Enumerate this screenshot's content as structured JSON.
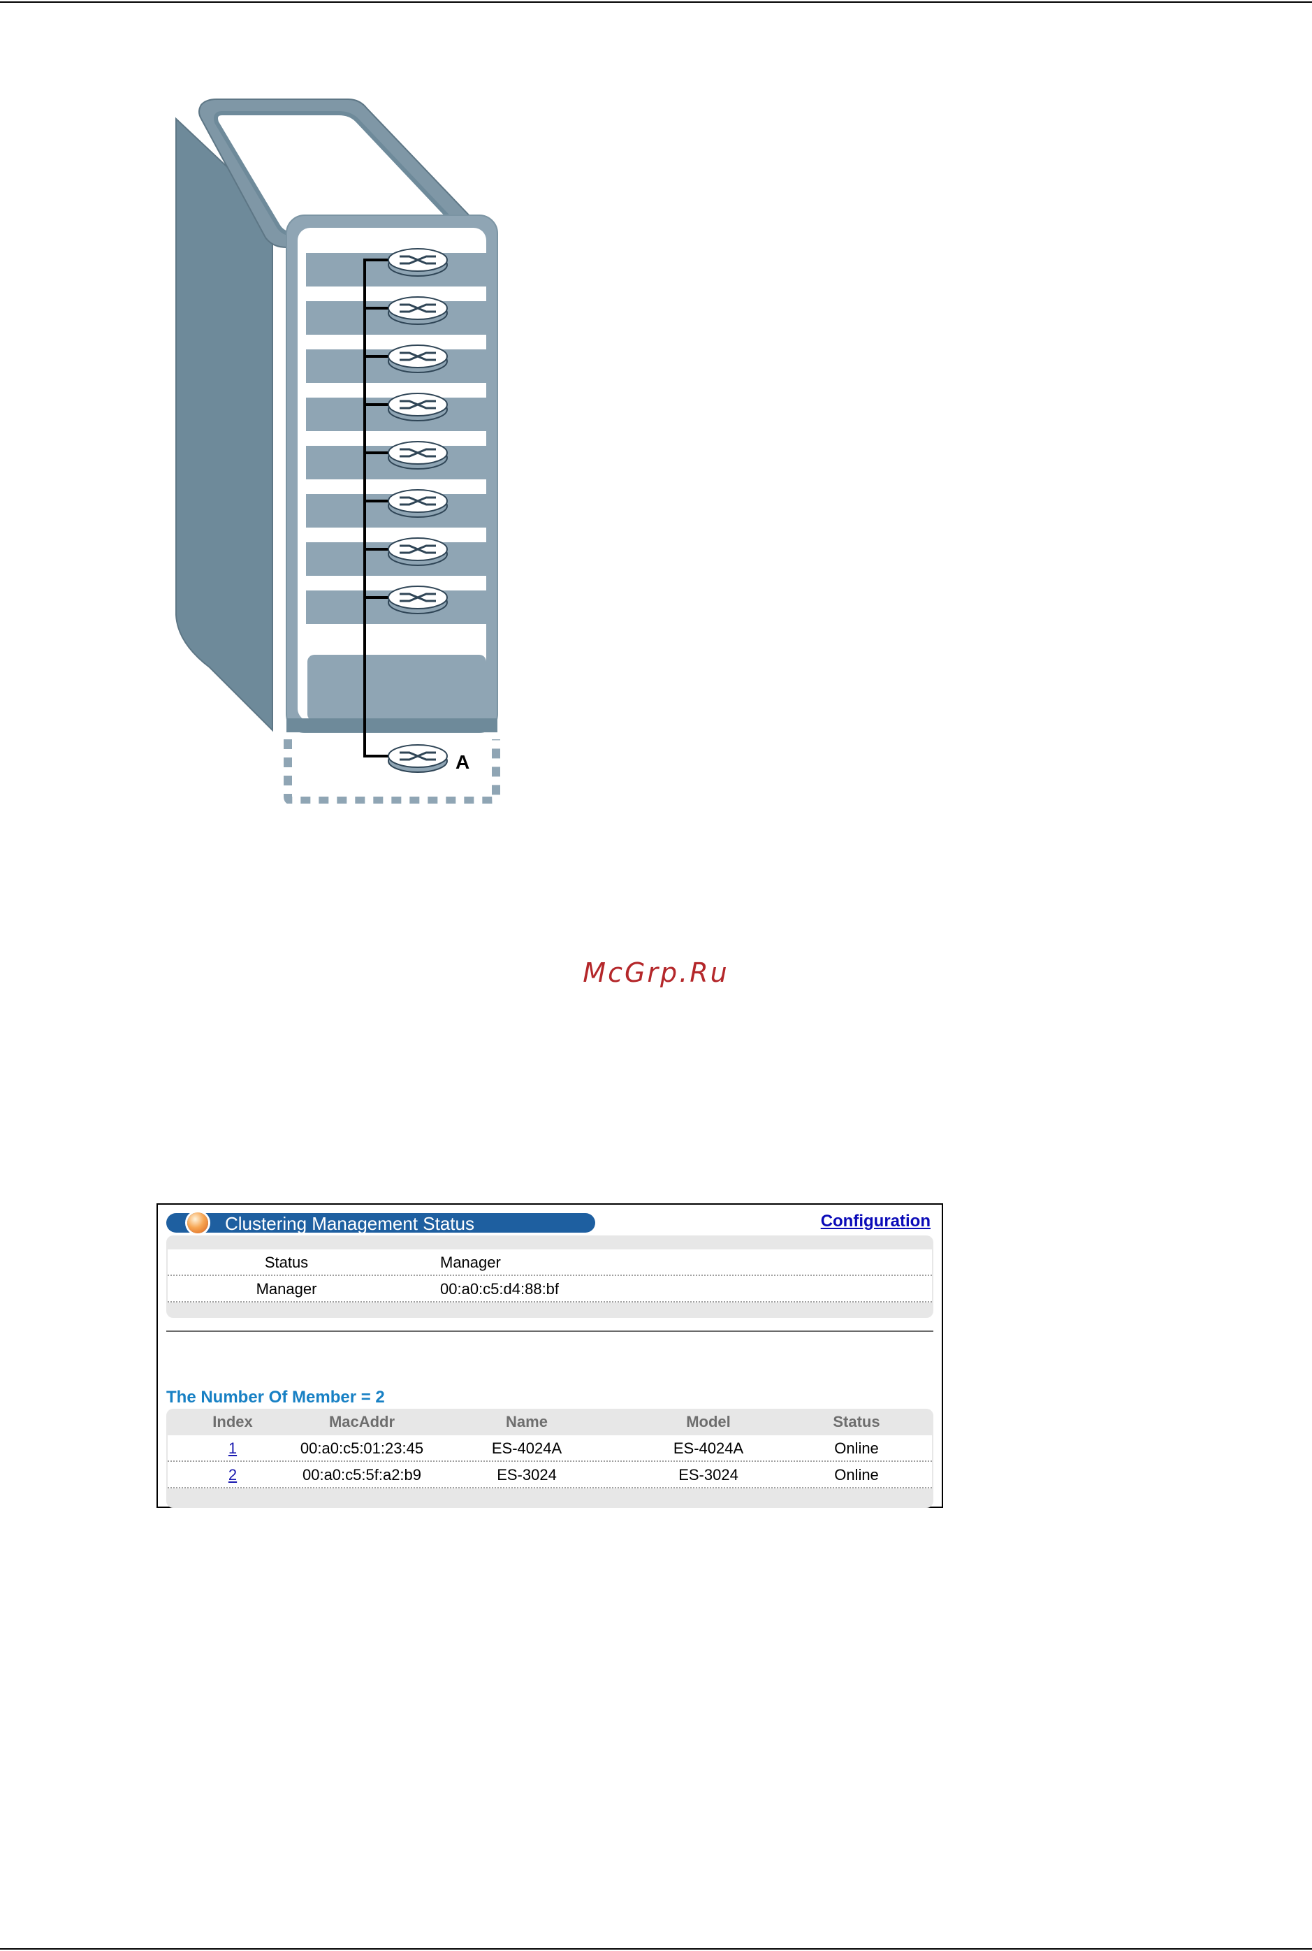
{
  "figure": {
    "stack_label": "A",
    "colors": {
      "slate": "#6e8a9a",
      "panel": "#8fa5b4",
      "outline": "#2f4556",
      "switch": "#ffffff"
    }
  },
  "watermark": "McGrp.Ru",
  "screen": {
    "title": "Clustering Management Status",
    "config_link": "Configuration",
    "status_rows": [
      {
        "label": "Status",
        "value": "Manager"
      },
      {
        "label": "Manager",
        "value": "00:a0:c5:d4:88:bf"
      }
    ],
    "member_count_label": "The Number Of Member = 2",
    "member_table": {
      "headers": [
        "Index",
        "MacAddr",
        "Name",
        "Model",
        "Status"
      ],
      "rows": [
        {
          "index": "1",
          "mac": "00:a0:c5:01:23:45",
          "name": "ES-4024A",
          "model": "ES-4024A",
          "status": "Online"
        },
        {
          "index": "2",
          "mac": "00:a0:c5:5f:a2:b9",
          "name": "ES-3024",
          "model": "ES-3024",
          "status": "Online"
        }
      ]
    },
    "colors": {
      "title_bar": "#1e5fa0",
      "link": "#0a0ab8",
      "count": "#1780c4",
      "header": "#6e6e6e"
    }
  }
}
